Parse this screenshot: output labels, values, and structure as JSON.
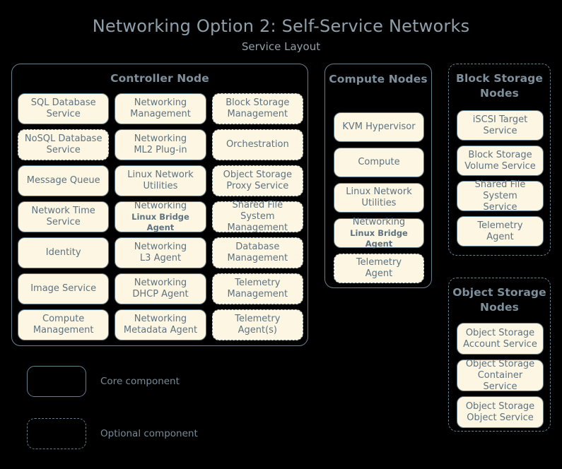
{
  "title": {
    "main": "Networking Option 2: Self-Service Networks",
    "sub": "Service Layout"
  },
  "colors": {
    "background": "#000000",
    "title_text": "#8fa0ab",
    "node_border": "#68808d",
    "node_title_text": "#7d909c",
    "service_fill": "#fdf6e3",
    "service_border": "#5f7884",
    "service_text": "#5d7380",
    "legend_text": "#788b97"
  },
  "nodes": {
    "controller": {
      "title": "Controller Node",
      "optional_container": false,
      "services": [
        {
          "l1": "SQL Database",
          "l2": "Service",
          "optional": false,
          "small_second_line": false
        },
        {
          "l1": "Networking",
          "l2": "Management",
          "optional": false,
          "small_second_line": false
        },
        {
          "l1": "Block Storage",
          "l2": "Management",
          "optional": true,
          "small_second_line": false
        },
        {
          "l1": "NoSQL Database",
          "l2": "Service",
          "optional": true,
          "small_second_line": false
        },
        {
          "l1": "Networking",
          "l2": "ML2 Plug-in",
          "optional": false,
          "small_second_line": false
        },
        {
          "l1": "Orchestration",
          "l2": "",
          "optional": true,
          "small_second_line": false
        },
        {
          "l1": "Message Queue",
          "l2": "",
          "optional": false,
          "small_second_line": false
        },
        {
          "l1": "Linux Network",
          "l2": "Utilities",
          "optional": false,
          "small_second_line": false
        },
        {
          "l1": "Object Storage",
          "l2": "Proxy Service",
          "optional": true,
          "small_second_line": false
        },
        {
          "l1": "Network Time",
          "l2": "Service",
          "optional": false,
          "small_second_line": false
        },
        {
          "l1": "Networking",
          "l2": "Linux Bridge Agent",
          "optional": false,
          "small_second_line": true
        },
        {
          "l1": "Shared File System",
          "l2": "Management",
          "optional": true,
          "small_second_line": false
        },
        {
          "l1": "Identity",
          "l2": "",
          "optional": false,
          "small_second_line": false
        },
        {
          "l1": "Networking",
          "l2": "L3 Agent",
          "optional": false,
          "small_second_line": false
        },
        {
          "l1": "Database",
          "l2": "Management",
          "optional": true,
          "small_second_line": false
        },
        {
          "l1": "Image Service",
          "l2": "",
          "optional": false,
          "small_second_line": false
        },
        {
          "l1": "Networking",
          "l2": "DHCP Agent",
          "optional": false,
          "small_second_line": false
        },
        {
          "l1": "Telemetry",
          "l2": "Management",
          "optional": true,
          "small_second_line": false
        },
        {
          "l1": "Compute",
          "l2": "Management",
          "optional": false,
          "small_second_line": false
        },
        {
          "l1": "Networking",
          "l2": "Metadata Agent",
          "optional": false,
          "small_second_line": false
        },
        {
          "l1": "Telemetry",
          "l2": "Agent(s)",
          "optional": true,
          "small_second_line": false
        }
      ]
    },
    "compute": {
      "title": "Compute Nodes",
      "optional_container": false,
      "services": [
        {
          "l1": "KVM Hypervisor",
          "l2": "",
          "optional": false,
          "small_second_line": false
        },
        {
          "l1": "Compute",
          "l2": "",
          "optional": false,
          "small_second_line": false
        },
        {
          "l1": "Linux Network",
          "l2": "Utilities",
          "optional": false,
          "small_second_line": false
        },
        {
          "l1": "Networking",
          "l2": "Linux Bridge Agent",
          "optional": false,
          "small_second_line": true
        },
        {
          "l1": "Telemetry",
          "l2": "Agent",
          "optional": true,
          "small_second_line": false
        }
      ]
    },
    "block_storage": {
      "title": "Block Storage Nodes",
      "optional_container": true,
      "services": [
        {
          "l1": "iSCSI Target",
          "l2": "Service",
          "optional": false,
          "small_second_line": false
        },
        {
          "l1": "Block Storage",
          "l2": "Volume Service",
          "optional": false,
          "small_second_line": false
        },
        {
          "l1": "Shared File System",
          "l2": "Service",
          "optional": false,
          "small_second_line": false
        },
        {
          "l1": "Telemetry",
          "l2": "Agent",
          "optional": false,
          "small_second_line": false
        }
      ]
    },
    "object_storage": {
      "title": "Object Storage Nodes",
      "optional_container": true,
      "services": [
        {
          "l1": "Object Storage",
          "l2": "Account Service",
          "optional": false,
          "small_second_line": false
        },
        {
          "l1": "Object Storage",
          "l2": "Container Service",
          "optional": false,
          "small_second_line": false
        },
        {
          "l1": "Object Storage",
          "l2": "Object Service",
          "optional": false,
          "small_second_line": false
        }
      ]
    }
  },
  "legend": [
    {
      "label": "Core component",
      "style": "solid"
    },
    {
      "label": "Optional component",
      "style": "dashed"
    }
  ]
}
